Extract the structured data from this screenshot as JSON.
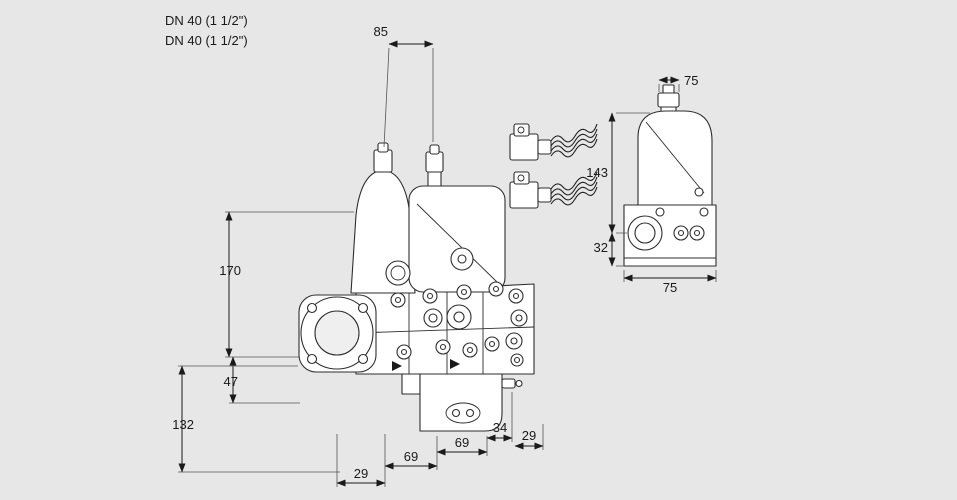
{
  "colors": {
    "background": "#e7e7e7",
    "line": "#1a1a1a"
  },
  "labels": {
    "dn_line1": "DN 40 (1 1/2\")",
    "dn_line2": "DN 40 (1 1/2\")",
    "dim_85": "85",
    "dim_170": "170",
    "dim_47": "47",
    "dim_132": "132",
    "dim_29_bottom_left": "29",
    "dim_69_left": "69",
    "dim_69_right": "69",
    "dim_34": "34",
    "dim_29_bottom_right": "29",
    "side_dim_75_top": "75",
    "side_dim_143": "143",
    "side_dim_32": "32",
    "side_dim_75_bottom": "75"
  }
}
